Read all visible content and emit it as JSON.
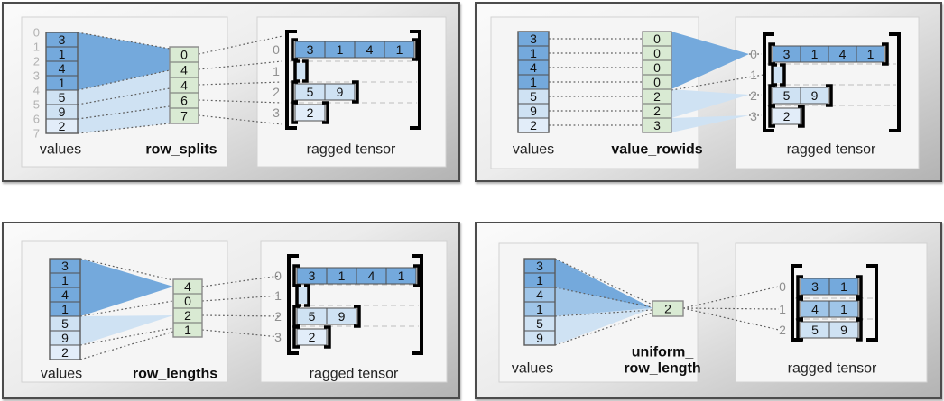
{
  "figure_name": "ragged tensor construction methods",
  "colors": {
    "dark": "#74a9dc",
    "medium": "#9fc5e8",
    "light": "#cfe2f3",
    "lighter": "#e2edf9",
    "green": "#d9ead3",
    "cell_border": "#4f4f4f",
    "bracket": "#000000",
    "dotted_line": "#5f5f5f",
    "dashed_separator": "#bdbdbd"
  },
  "panels": [
    {
      "id": "row_splits",
      "method_label_lines": [
        "row_splits"
      ],
      "values_label": "values",
      "tensor_label": "ragged tensor",
      "values": [
        {
          "v": "3",
          "tone": "dark"
        },
        {
          "v": "1",
          "tone": "dark"
        },
        {
          "v": "4",
          "tone": "dark"
        },
        {
          "v": "1",
          "tone": "dark"
        },
        {
          "v": "5",
          "tone": "light"
        },
        {
          "v": "9",
          "tone": "light"
        },
        {
          "v": "2",
          "tone": "lighter"
        }
      ],
      "boundary_labels": [
        "0",
        "1",
        "2",
        "3",
        "4",
        "5",
        "6",
        "7"
      ],
      "param_cells": [
        "0",
        "4",
        "4",
        "6",
        "7"
      ],
      "tensor_rows": [
        {
          "label": "0",
          "cells": [
            "3",
            "1",
            "4",
            "1"
          ],
          "tone": "dark"
        },
        {
          "label": "1",
          "cells": [],
          "tone": "light"
        },
        {
          "label": "2",
          "cells": [
            "5",
            "9"
          ],
          "tone": "light"
        },
        {
          "label": "3",
          "cells": [
            "2"
          ],
          "tone": "lighter"
        }
      ]
    },
    {
      "id": "value_rowids",
      "method_label_lines": [
        "value_rowids"
      ],
      "values_label": "values",
      "tensor_label": "ragged tensor",
      "values": [
        {
          "v": "3",
          "tone": "dark"
        },
        {
          "v": "1",
          "tone": "dark"
        },
        {
          "v": "4",
          "tone": "dark"
        },
        {
          "v": "1",
          "tone": "dark"
        },
        {
          "v": "5",
          "tone": "light"
        },
        {
          "v": "9",
          "tone": "light"
        },
        {
          "v": "2",
          "tone": "lighter"
        }
      ],
      "boundary_labels": [],
      "param_cells": [
        "0",
        "0",
        "0",
        "0",
        "2",
        "2",
        "3"
      ],
      "tensor_rows": [
        {
          "label": "0",
          "cells": [
            "3",
            "1",
            "4",
            "1"
          ],
          "tone": "dark"
        },
        {
          "label": "1",
          "cells": [],
          "tone": "light"
        },
        {
          "label": "2",
          "cells": [
            "5",
            "9"
          ],
          "tone": "light"
        },
        {
          "label": "3",
          "cells": [
            "2"
          ],
          "tone": "lighter"
        }
      ]
    },
    {
      "id": "row_lengths",
      "method_label_lines": [
        "row_lengths"
      ],
      "values_label": "values",
      "tensor_label": "ragged tensor",
      "values": [
        {
          "v": "3",
          "tone": "dark"
        },
        {
          "v": "1",
          "tone": "dark"
        },
        {
          "v": "4",
          "tone": "dark"
        },
        {
          "v": "1",
          "tone": "dark"
        },
        {
          "v": "5",
          "tone": "light"
        },
        {
          "v": "9",
          "tone": "light"
        },
        {
          "v": "2",
          "tone": "lighter"
        }
      ],
      "boundary_labels": [],
      "param_cells": [
        "4",
        "0",
        "2",
        "1"
      ],
      "tensor_rows": [
        {
          "label": "0",
          "cells": [
            "3",
            "1",
            "4",
            "1"
          ],
          "tone": "dark"
        },
        {
          "label": "1",
          "cells": [],
          "tone": "light"
        },
        {
          "label": "2",
          "cells": [
            "5",
            "9"
          ],
          "tone": "light"
        },
        {
          "label": "3",
          "cells": [
            "2"
          ],
          "tone": "lighter"
        }
      ]
    },
    {
      "id": "uniform_row_length",
      "method_label_lines": [
        "uniform_",
        "row_length"
      ],
      "values_label": "values",
      "tensor_label": "ragged tensor",
      "values": [
        {
          "v": "3",
          "tone": "dark"
        },
        {
          "v": "1",
          "tone": "dark"
        },
        {
          "v": "4",
          "tone": "medium"
        },
        {
          "v": "1",
          "tone": "medium"
        },
        {
          "v": "5",
          "tone": "light"
        },
        {
          "v": "9",
          "tone": "light"
        }
      ],
      "boundary_labels": [],
      "param_cells": [
        "2"
      ],
      "tensor_rows": [
        {
          "label": "0",
          "cells": [
            "3",
            "1"
          ],
          "tone": "dark"
        },
        {
          "label": "1",
          "cells": [
            "4",
            "1"
          ],
          "tone": "medium"
        },
        {
          "label": "2",
          "cells": [
            "5",
            "9"
          ],
          "tone": "light"
        }
      ]
    }
  ]
}
